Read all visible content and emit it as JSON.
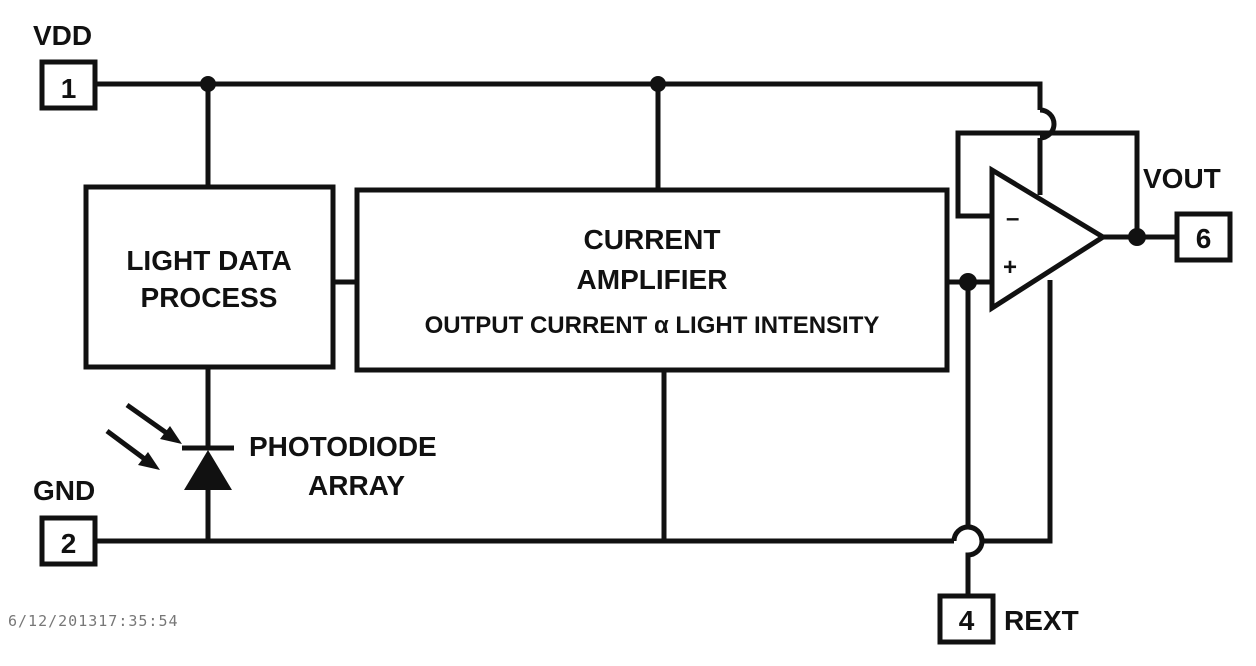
{
  "pins": {
    "vdd": {
      "number": "1",
      "name": "VDD"
    },
    "gnd": {
      "number": "2",
      "name": "GND"
    },
    "rext": {
      "number": "4",
      "name": "REXT"
    },
    "vout": {
      "number": "6",
      "name": "VOUT"
    }
  },
  "blocks": {
    "light_data_process": {
      "line1": "LIGHT DATA",
      "line2": "PROCESS"
    },
    "current_amplifier": {
      "line1": "CURRENT",
      "line2": "AMPLIFIER",
      "line3": "OUTPUT CURRENT α LIGHT INTENSITY"
    }
  },
  "photodiode": {
    "line1": "PHOTODIODE",
    "line2": "ARRAY"
  },
  "opamp": {
    "minus": "–",
    "plus": "+"
  },
  "timestamp": "6/12/201317:35:54"
}
